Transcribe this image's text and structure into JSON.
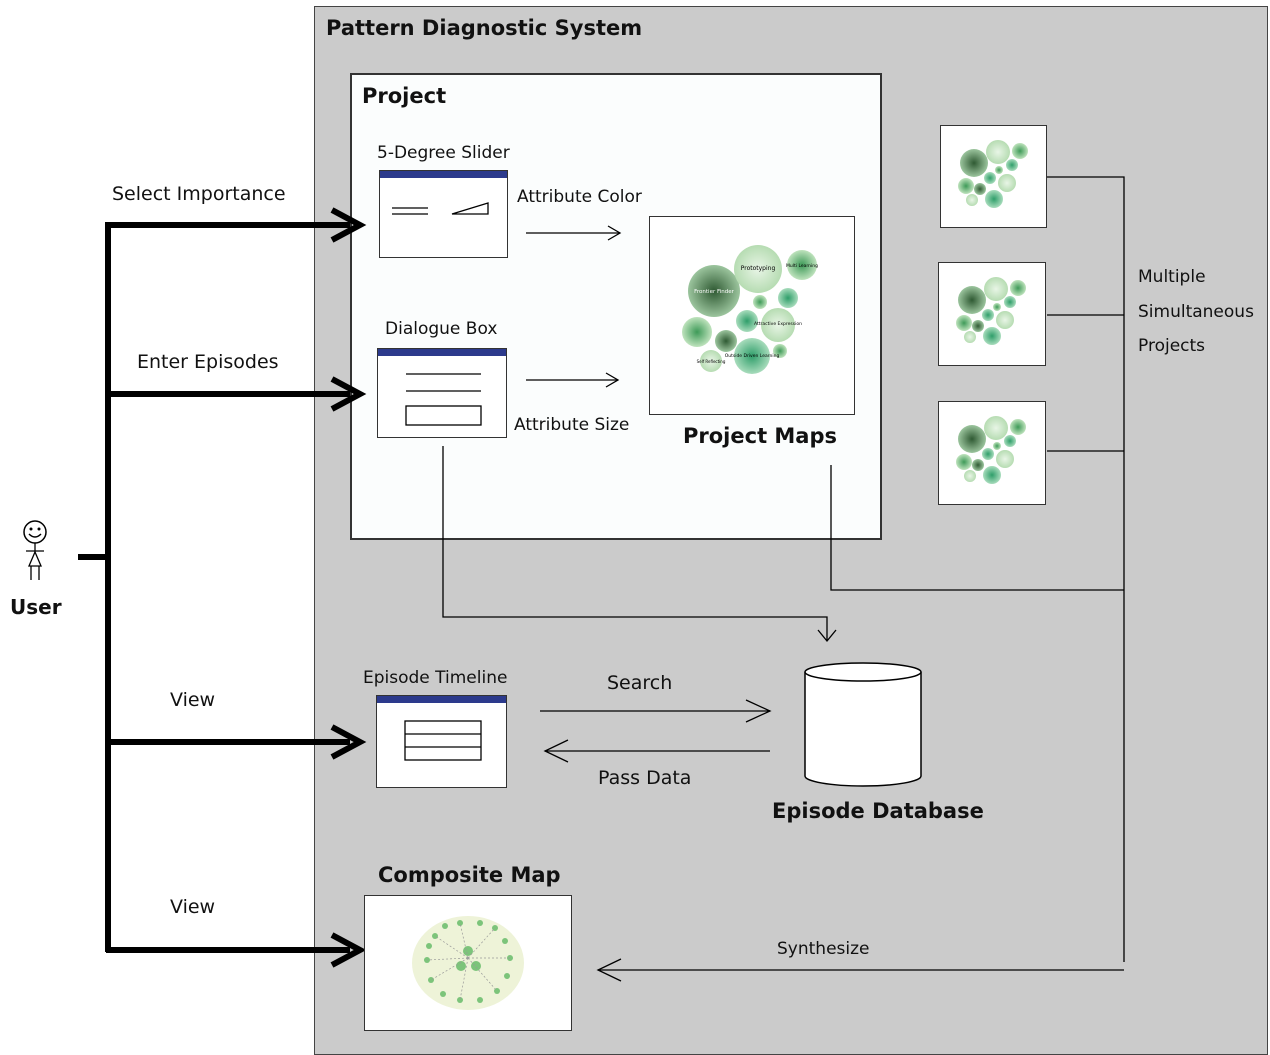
{
  "system": {
    "title": "Pattern Diagnostic System"
  },
  "project": {
    "title": "Project"
  },
  "user": {
    "label": "User"
  },
  "actions": {
    "select_importance": "Select Importance",
    "enter_episodes": "Enter Episodes",
    "view_timeline": "View",
    "view_composite": "View"
  },
  "widgets": {
    "slider": "5-Degree Slider",
    "dialogue": "Dialogue Box",
    "timeline": "Episode Timeline"
  },
  "arrows": {
    "attribute_color": "Attribute  Color",
    "attribute_size": "Attribute  Size",
    "search": "Search",
    "pass_data": "Pass Data",
    "synthesize": "Synthesize"
  },
  "project_maps": {
    "label": "Project Maps",
    "bubbles": [
      "Prototyping",
      "Frontier Finder",
      "Multi Learning",
      "Attractive Expression",
      "Outside Driven Learning",
      "Self Reflecting"
    ]
  },
  "multiple_projects": {
    "line1": "Multiple",
    "line2": "Simultaneous",
    "line3": "Projects"
  },
  "database": {
    "label": "Episode Database"
  },
  "composite": {
    "label": "Composite Map"
  },
  "colors": {
    "system_bg": "#cbcbcb",
    "widget_bar": "#2c3a8c",
    "bubble_green": "#3c9a5a"
  }
}
